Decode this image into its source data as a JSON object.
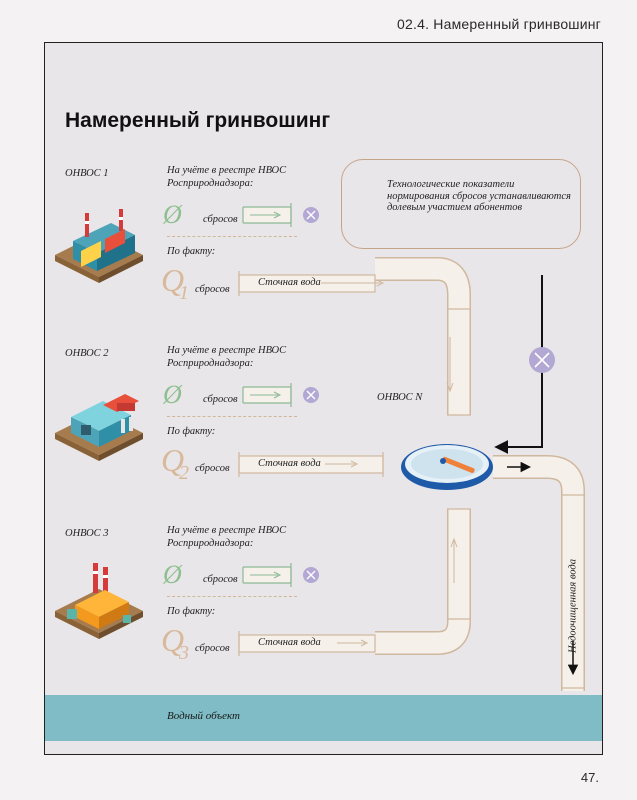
{
  "header": {
    "section": "02.4. Намеренный гринвошинг"
  },
  "footer": {
    "page_number": "47."
  },
  "diagram": {
    "title": "Намеренный гринвошинг",
    "callout": "Технологические показатели нормирования сбросов устанавливаются долевым участием абонентов",
    "central_source_label": "ОНВОС N",
    "output_label": "Недоочищенная вода",
    "water_body": "Водный объект",
    "sources": [
      {
        "name": "ОНВОС 1",
        "registry_label": "На учёте в реестре НВОС Росприроднадзора:",
        "registry_symbol": "Ø",
        "registry_unit": "сбросов",
        "actual_label": "По факту:",
        "actual_symbol": "Q",
        "actual_index": "1",
        "actual_unit": "сбросов",
        "pipe_label": "Сточная вода",
        "icon": "factory-icon"
      },
      {
        "name": "ОНВОС 2",
        "registry_label": "На учёте в реестре НВОС Росприроднадзора:",
        "registry_symbol": "Ø",
        "registry_unit": "сбросов",
        "actual_label": "По факту:",
        "actual_symbol": "Q",
        "actual_index": "2",
        "actual_unit": "сбросов",
        "pipe_label": "Сточная вода",
        "icon": "plant-icon"
      },
      {
        "name": "ОНВОС 3",
        "registry_label": "На учёте в реестре НВОС Росприроднадзора:",
        "registry_symbol": "Ø",
        "registry_unit": "сбросов",
        "actual_label": "По факту:",
        "actual_symbol": "Q",
        "actual_index": "3",
        "actual_unit": "сбросов",
        "pipe_label": "Сточная вода",
        "icon": "refinery-icon"
      }
    ],
    "colors": {
      "pipe": "#f5f0ea",
      "pipe_outline": "#d0b89f",
      "registry_pipe_outline": "#8cb995",
      "block_marker": "#b3a7d3",
      "water": "#7fbcc5",
      "frame_background": "#e9e6e9"
    }
  }
}
